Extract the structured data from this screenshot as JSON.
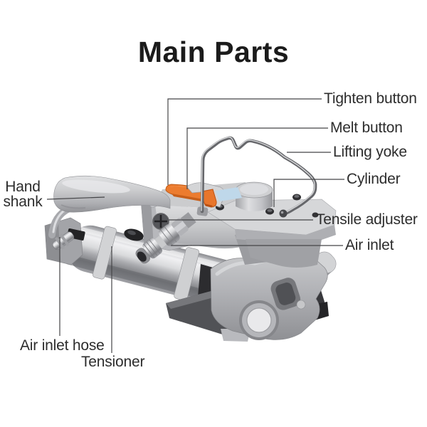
{
  "title": "Main Parts",
  "labels": {
    "tighten_button": "Tighten button",
    "melt_button": "Melt button",
    "lifting_yoke": "Lifting yoke",
    "cylinder": "Cylinder",
    "hand_shank_line1": "Hand",
    "hand_shank_line2": "shank",
    "tensile_adjuster": "Tensile adjuster",
    "air_inlet": "Air inlet",
    "air_inlet_hose": "Air inlet hose",
    "tensioner": "Tensioner"
  },
  "colors": {
    "background": "#ffffff",
    "title_text": "#1b1b1b",
    "label_text": "#2d2d2d",
    "leader_line": "#454548",
    "accent_orange": "#ec7c2f",
    "sticker_blue": "#bfd8ea",
    "machine_silver": "#c6c7c9",
    "machine_dark": "#2c2c2f"
  }
}
